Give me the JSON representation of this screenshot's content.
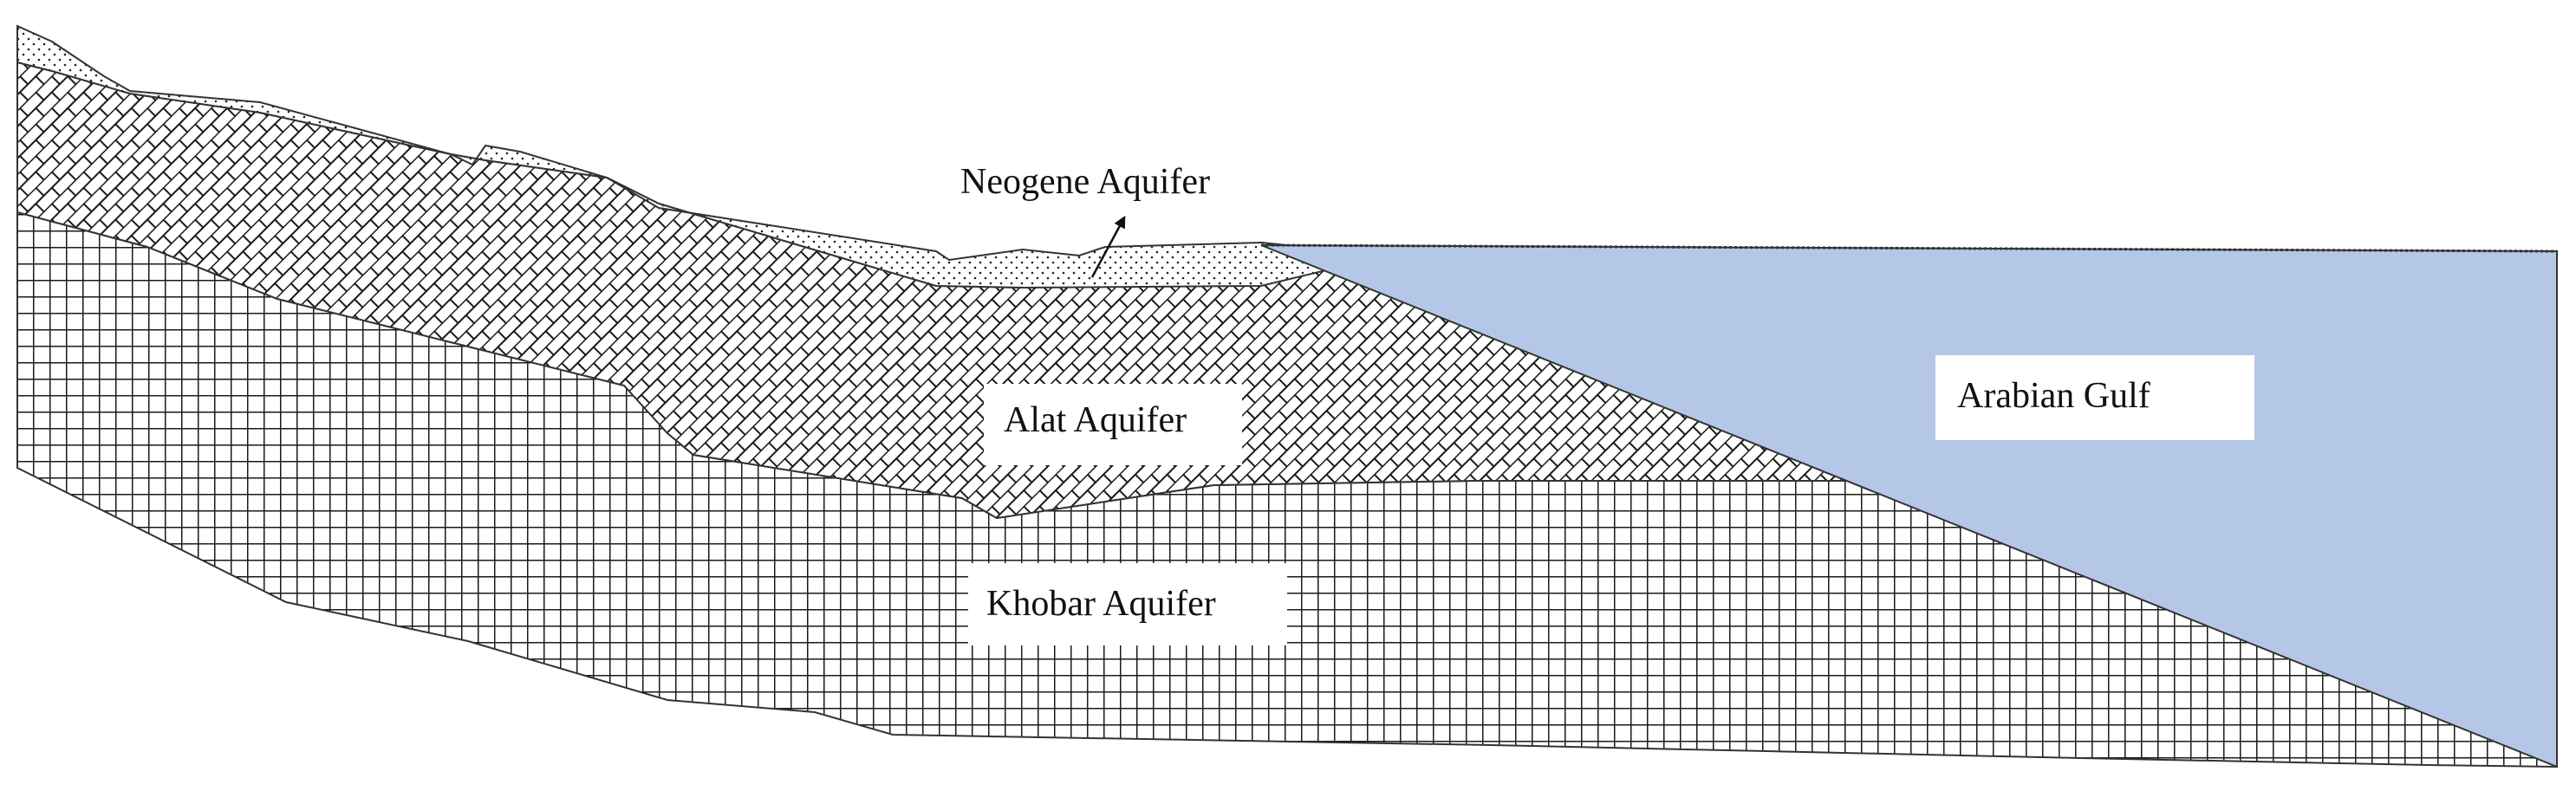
{
  "diagram": {
    "labels": {
      "neogene": "Neogene Aquifer",
      "alat": "Alat Aquifer",
      "khobar": "Khobar Aquifer",
      "gulf": "Arabian Gulf"
    },
    "colors": {
      "gulf_fill": "#b4c7e7",
      "pattern_stroke": "#1a1a1a",
      "outline": "#333333",
      "background": "#ffffff",
      "label_box": "#ffffff"
    },
    "patterns": {
      "neogene": "stippled-dots",
      "alat": "diagonal-brick-hatch",
      "khobar": "square-grid"
    }
  }
}
